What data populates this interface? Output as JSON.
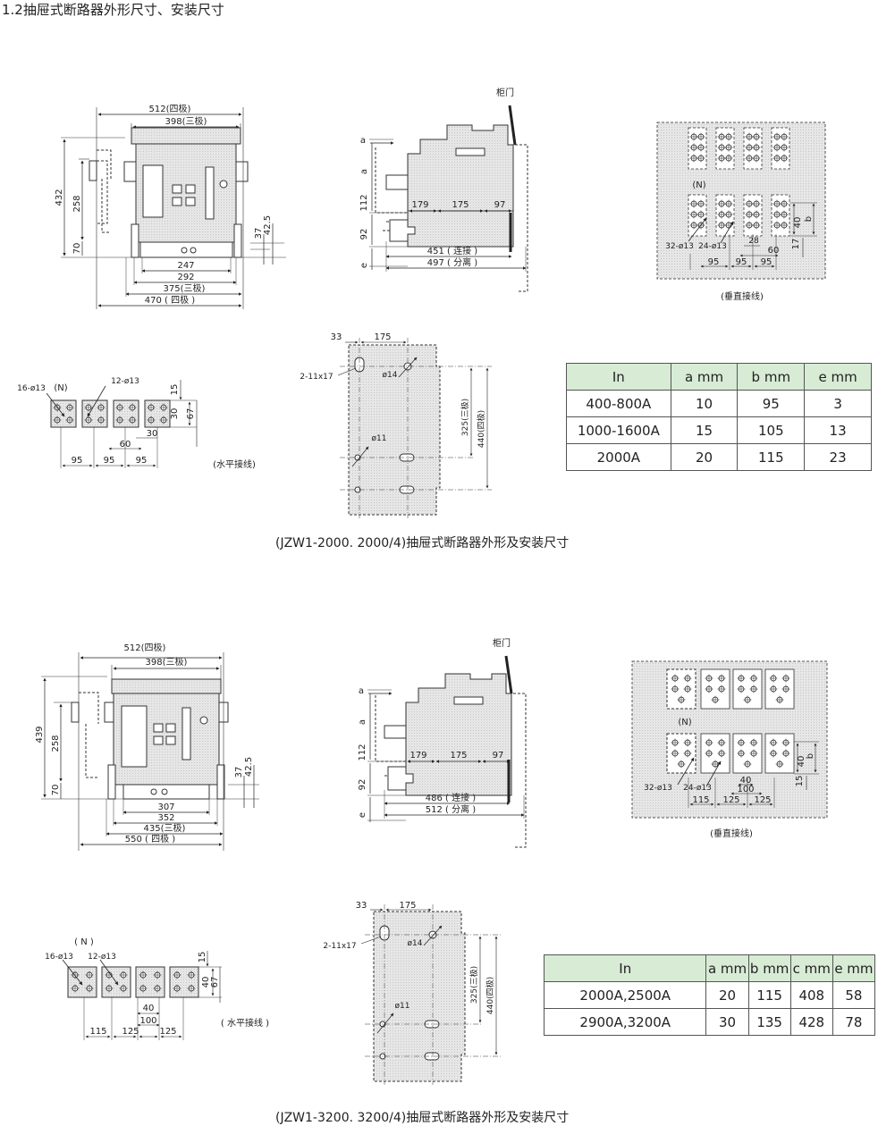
{
  "heading": "1.2抽屉式断路器外形尺寸、安装尺寸",
  "section1": {
    "caption": "(JZW1-2000. 2000/4)抽屉式断路器外形及安装尺寸",
    "front": {
      "w512": "512(四极)",
      "w398": "398(三极)",
      "h432": "432",
      "h258": "258",
      "h70": "70",
      "d37": "37",
      "d425": "42.5",
      "w247": "247",
      "w292": "292",
      "w375": "375(三极)",
      "w470": "470 ( 四极 )"
    },
    "side": {
      "door": "柜门",
      "a1": "a",
      "a2": "a",
      "h112": "112",
      "h92": "92",
      "e": "e",
      "d179": "179",
      "d175": "175",
      "d97": "97",
      "d451": "451 ( 连接 )",
      "d497": "497 ( 分离 )"
    },
    "vert": {
      "n": "(N)",
      "holes1": "32-ø13",
      "holes2": "24-ø13",
      "d40": "40",
      "b": "b",
      "d17": "17",
      "d60": "60",
      "d28": "28",
      "d95a": "95",
      "d95b": "95",
      "d95c": "95",
      "label": "(垂直接线)"
    },
    "horiz": {
      "holes1": "16-ø13",
      "n": "(N)",
      "holes2": "12-ø13",
      "d15": "15",
      "d30": "30",
      "d67": "67",
      "d30b": "30",
      "d60": "60",
      "d95a": "95",
      "d95b": "95",
      "d95c": "95",
      "label": "(水平接线)"
    },
    "mount": {
      "d33": "33",
      "d175": "175",
      "slot": "2-11x17",
      "d14": "ø14",
      "d11": "ø11",
      "d325": "325(三极)",
      "d440": "440(四极)"
    },
    "table": {
      "headers": [
        "In",
        "a mm",
        "b mm",
        "e mm"
      ],
      "rows": [
        [
          "400-800A",
          "10",
          "95",
          "3"
        ],
        [
          "1000-1600A",
          "15",
          "105",
          "13"
        ],
        [
          "2000A",
          "20",
          "115",
          "23"
        ]
      ]
    }
  },
  "section2": {
    "caption": "(JZW1-3200. 3200/4)抽屉式断路器外形及安装尺寸",
    "front": {
      "w512": "512(四极)",
      "w398": "398(三极)",
      "h439": "439",
      "h258": "258",
      "h70": "70",
      "d37": "37",
      "d425": "42.5",
      "w307": "307",
      "w352": "352",
      "w435": "435(三极)",
      "w550": "550 ( 四极 )"
    },
    "side": {
      "door": "柜门",
      "a1": "a",
      "a2": "a",
      "h112": "112",
      "h92": "92",
      "e": "e",
      "d179": "179",
      "d175": "175",
      "d97": "97",
      "d486": "486 ( 连接 )",
      "d512": "512 ( 分离 )"
    },
    "vert": {
      "n": "(N)",
      "holes1": "32-ø13",
      "holes2": "24-ø13",
      "d40": "40",
      "b": "b",
      "d15": "15",
      "d40b": "40",
      "d100": "100",
      "d115": "115",
      "d125a": "125",
      "d125b": "125",
      "label": "(垂直接线)"
    },
    "horiz": {
      "n": "( N )",
      "holes1": "16-ø13",
      "holes2": "12-ø13",
      "d15": "15",
      "d40": "40",
      "d67": "67",
      "d40b": "40",
      "d100": "100",
      "d115": "115",
      "d125a": "125",
      "d125b": "125",
      "label": "( 水平接线 )"
    },
    "mount": {
      "d33": "33",
      "d175": "175",
      "slot": "2-11x17",
      "d14": "ø14",
      "d11": "ø11",
      "d325": "325(三极)",
      "d440": "440(四极)"
    },
    "table": {
      "headers": [
        "In",
        "a mm",
        "b mm",
        "c mm",
        "e mm"
      ],
      "rows": [
        [
          "2000A,2500A",
          "20",
          "115",
          "408",
          "58"
        ],
        [
          "2900A,3200A",
          "30",
          "135",
          "428",
          "78"
        ]
      ]
    }
  }
}
